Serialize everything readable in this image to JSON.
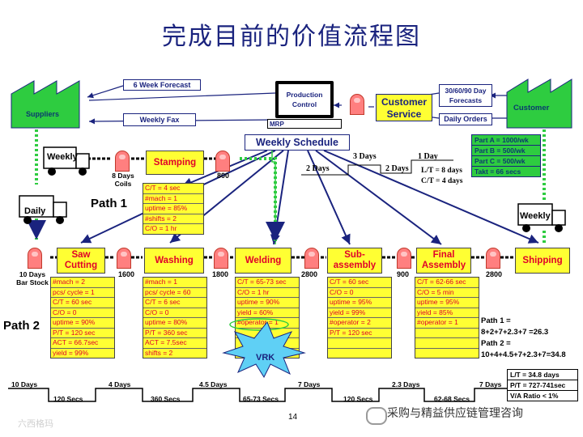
{
  "title": "完成目前的价值流程图",
  "suppliers": {
    "label": "Suppliers"
  },
  "customer": {
    "label": "Customer"
  },
  "forecast_in": "6 Week   Forecast",
  "weekly_fax": "Weekly Fax",
  "production_control": "Production Control",
  "mrp": "MRP",
  "customer_service": "Customer Service",
  "forecasts_out": "30/60/90 Day Forecasts",
  "daily_orders": "Daily Orders",
  "weekly_schedule": "Weekly Schedule",
  "demand": [
    "Part A = 1000/wk",
    "Part B = 500/wk",
    "Part C = 500/wk",
    "Takt = 66 secs"
  ],
  "truck_in": "Weekly",
  "truck_daily": "Daily",
  "truck_out": "Weekly",
  "coils": "8 Days Coils",
  "bar_stock": "10 Days Bar Stock",
  "path1": "Path 1",
  "path2": "Path 2",
  "stamping": {
    "name": "Stamping",
    "out": "800",
    "rows": [
      "C/T = 4 sec",
      "#mach = 1",
      "uptime = 85%",
      "#shifts = 2",
      "C/O = 1 hr"
    ]
  },
  "sched_days": [
    "3 Days",
    "1 Day",
    "2 Days",
    "2 Days"
  ],
  "lt_box": [
    "L/T = 8 days",
    "C/T = 4 days"
  ],
  "processes": [
    {
      "name": "Saw Cutting",
      "out": "1600",
      "rows": [
        "#mach = 2",
        "pcs/ cycle = 1",
        "C/T = 60 sec",
        "C/O = 0",
        "uptime = 90%",
        "P/T = 120 sec",
        "ACT = 66.7sec",
        "yield = 99%"
      ]
    },
    {
      "name": "Washing",
      "out": "1800",
      "rows": [
        "#mach = 1",
        "pcs/ cycle = 60",
        "C/T = 6 sec",
        "C/O = 0",
        "uptime = 80%",
        "P/T = 360 sec",
        "ACT = 7.5sec",
        "shifts = 2"
      ]
    },
    {
      "name": "Welding",
      "out": "2800",
      "rows": [
        "C/T = 65-73 sec",
        "C/O = 1 hr",
        "uptime = 90%",
        "yield = 60%",
        "#operator = 1",
        "",
        "",
        ""
      ]
    },
    {
      "name": "Sub-assembly",
      "out": "900",
      "rows": [
        "C/T = 60 sec",
        "C/O = 0",
        "uptime = 95%",
        "yield = 99%",
        "#operator = 2",
        "  P/T = 120 sec",
        "",
        ""
      ]
    },
    {
      "name": "Final Assembly",
      "out": "2800",
      "rows": [
        "C/T = 62-66 sec",
        "C/O = 5 min",
        "uptime = 95%",
        "yield = 85%",
        "#operator = 1",
        "",
        "",
        ""
      ]
    }
  ],
  "shipping": "Shipping",
  "vrk": "VRK",
  "path_calc": [
    "Path 1 =",
    "8+2+7+2.3+7 =26.3",
    "Path 2 =",
    "10+4+4.5+7+2.3+7=34.8"
  ],
  "timeline": {
    "days": [
      "10 Days",
      "4 Days",
      "4.5 Days",
      "7 Days",
      "2.3 Days",
      "7 Days"
    ],
    "secs": [
      "120 Secs",
      "360 Secs",
      "65-73 Secs",
      "120 Secs",
      "62-68 Secs"
    ]
  },
  "summary": [
    "L/T = 34.8 days",
    "P/T = 727-741sec",
    "V/A Ratio < 1%"
  ],
  "page_number": "14",
  "watermark_left": "六西格玛",
  "watermark_right": "采购与精益供应链管理咨询"
}
